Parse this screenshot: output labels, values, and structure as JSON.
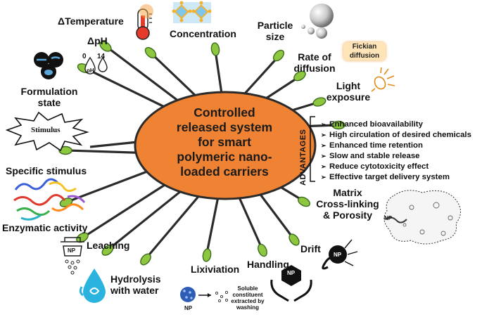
{
  "center": {
    "lines": [
      "Controlled",
      "released system",
      "for smart",
      "polymeric nano-",
      "loaded carriers"
    ]
  },
  "advantages": {
    "title": "ADVANTAGES",
    "items": [
      "Enhanced bioavailability",
      "High circulation of desired chemicals",
      "Enhanced time retention",
      "Slow and stable release",
      "Reduce cytotoxicity effect",
      "Effective target delivery system"
    ]
  },
  "labels": {
    "temperature": "ΔTemperature",
    "ph": "ΔpH",
    "ph_low": "0",
    "ph_high": "14",
    "ph_drop": "pH",
    "concentration": "Concentration",
    "particle_size_1": "Particle",
    "particle_size_2": "size",
    "rate_1": "Rate of",
    "rate_2": "diffusion",
    "fickian_1": "Fickian",
    "fickian_2": "diffusion",
    "light_1": "Light",
    "light_2": "exposure",
    "formulation_1": "Formulation",
    "formulation_2": "state",
    "stimulus": "Stimulus",
    "specific_stimulus": "Specific stimulus",
    "enzymatic": "Enzymatic activity",
    "leaching": "Leaching",
    "leach_np": "NP",
    "hydrolysis_1": "Hydrolysis",
    "hydrolysis_2": "with water",
    "lixiviation": "Lixiviation",
    "lix_np": "NP",
    "soluble_1": "Soluble",
    "soluble_2": "constituent",
    "soluble_3": "extracted by",
    "soluble_4": "washing",
    "handling": "Handling",
    "handling_np": "NP",
    "drift": "Drift",
    "drift_np": "NP",
    "matrix_1": "Matrix",
    "matrix_2": "Cross-linking",
    "matrix_3": "& Porosity",
    "matrix_np": "NP"
  },
  "colors": {
    "center_fill": "#ef8333",
    "spoke": "#2b2b2b",
    "node_fill": "#8dc63f",
    "node_stroke": "#3d6b1f"
  }
}
